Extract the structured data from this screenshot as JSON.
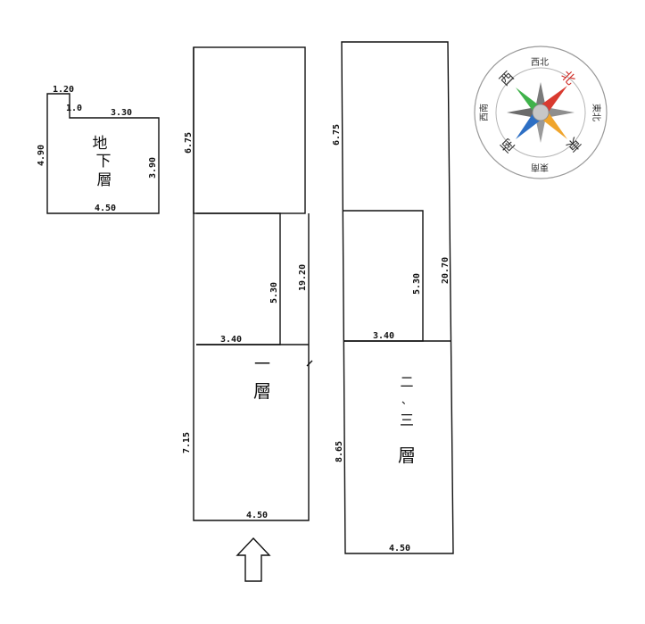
{
  "basement": {
    "label_chars": [
      "地",
      "下",
      "層"
    ],
    "dims": {
      "notch_w": "1.20",
      "notch_h": "1.0",
      "top": "3.30",
      "left": "4.90",
      "right": "3.90",
      "bottom": "4.50"
    }
  },
  "floor1": {
    "label_chars": [
      "一",
      "層"
    ],
    "dims": {
      "front": "6.75",
      "inner_h": "5.30",
      "inner_w": "3.40",
      "total": "19.20",
      "rear": "7.15",
      "bottom": "4.50"
    }
  },
  "floor23": {
    "label_chars": [
      "二",
      "、",
      "三",
      "層"
    ],
    "dims": {
      "front": "6.75",
      "inner_h": "5.30",
      "inner_w": "3.40",
      "total": "20.70",
      "rear": "8.65",
      "bottom": "4.50"
    }
  },
  "compass": {
    "n": "北",
    "s": "南",
    "e": "東",
    "w": "西",
    "nw": "西北",
    "ne": "東北",
    "sw": "西南",
    "se": "東南",
    "colors": {
      "north_label": "#d0302a",
      "text": "#333333",
      "ring": "#9a9a9a"
    }
  },
  "entrance_arrow": {
    "icon": "up-arrow-icon"
  }
}
